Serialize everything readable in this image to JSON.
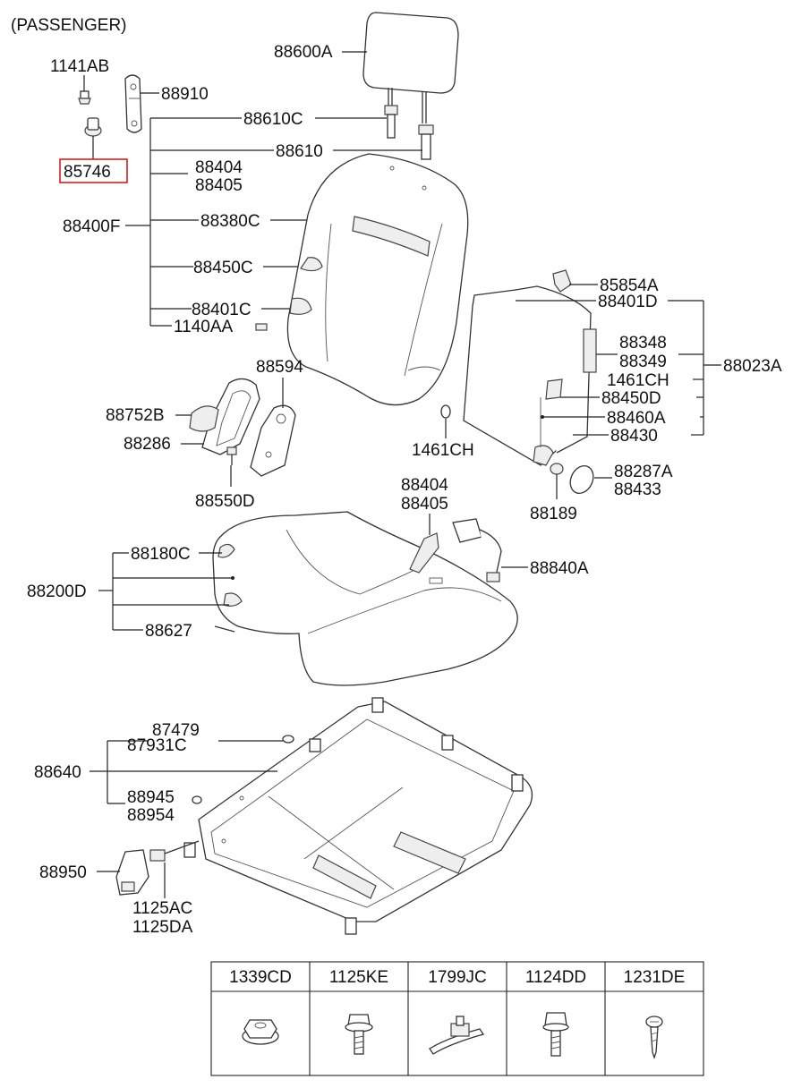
{
  "view_label": "(PASSENGER)",
  "highlighted_part": "85746",
  "callouts": {
    "p1141AB": "1141AB",
    "p88910": "88910",
    "p85746": "85746",
    "p88600A": "88600A",
    "p88610C": "88610C",
    "p88610": "88610",
    "p88404a": "88404",
    "p88405a": "88405",
    "p88400F": "88400F",
    "p88380C": "88380C",
    "p88450C": "88450C",
    "p88401C": "88401C",
    "p1140AA": "1140AA",
    "p85854A": "85854A",
    "p88401D": "88401D",
    "p88348": "88348",
    "p88349": "88349",
    "p88023A": "88023A",
    "p1461CH_r": "1461CH",
    "p88450D": "88450D",
    "p88460A": "88460A",
    "p88430": "88430",
    "p1461CH_c": "1461CH",
    "p88594": "88594",
    "p88752B": "88752B",
    "p88286": "88286",
    "p88550D": "88550D",
    "p88287A": "88287A",
    "p88433": "88433",
    "p88189": "88189",
    "p88404b": "88404",
    "p88405b": "88405",
    "p88180C": "88180C",
    "p88840A": "88840A",
    "p88200D": "88200D",
    "p88627": "88627",
    "p87479": "87479",
    "p87931C": "87931C",
    "p88640": "88640",
    "p88945": "88945",
    "p88954": "88954",
    "p88950": "88950",
    "p1125AC": "1125AC",
    "p1125DA": "1125DA"
  },
  "fastener_table": {
    "columns": [
      "1339CD",
      "1125KE",
      "1799JC",
      "1124DD",
      "1231DE"
    ],
    "icons": [
      "flange-nut-icon",
      "flange-bolt-icon",
      "cable-tie-clip-icon",
      "hex-bolt-icon",
      "tapping-screw-icon"
    ]
  }
}
